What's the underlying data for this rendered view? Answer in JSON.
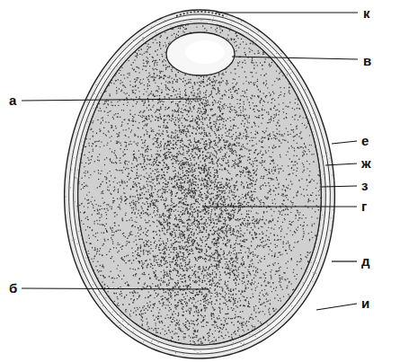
{
  "diagram": {
    "labels": [
      "к",
      "в",
      "а",
      "е",
      "ж",
      "з",
      "г",
      "д",
      "б",
      "и"
    ]
  }
}
